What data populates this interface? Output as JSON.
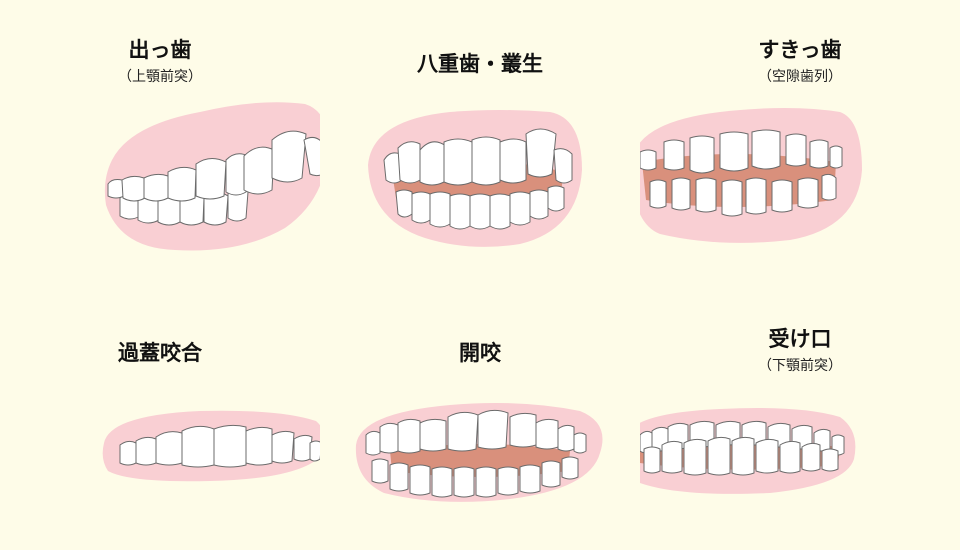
{
  "colors": {
    "background": "#fefce8",
    "lip": "#f9cfd3",
    "lip_edge": "#f4bcc2",
    "gum": "#d9907c",
    "tooth": "#ffffff",
    "tooth_outline": "#6b6b6b"
  },
  "panels": [
    {
      "title": "出っ歯",
      "subtitle": "（上顎前突）"
    },
    {
      "title": "八重歯・叢生",
      "subtitle": ""
    },
    {
      "title": "すきっ歯",
      "subtitle": "（空隙歯列）"
    },
    {
      "title": "過蓋咬合",
      "subtitle": ""
    },
    {
      "title": "開咬",
      "subtitle": ""
    },
    {
      "title": "受け口",
      "subtitle": "（下顎前突）"
    }
  ]
}
